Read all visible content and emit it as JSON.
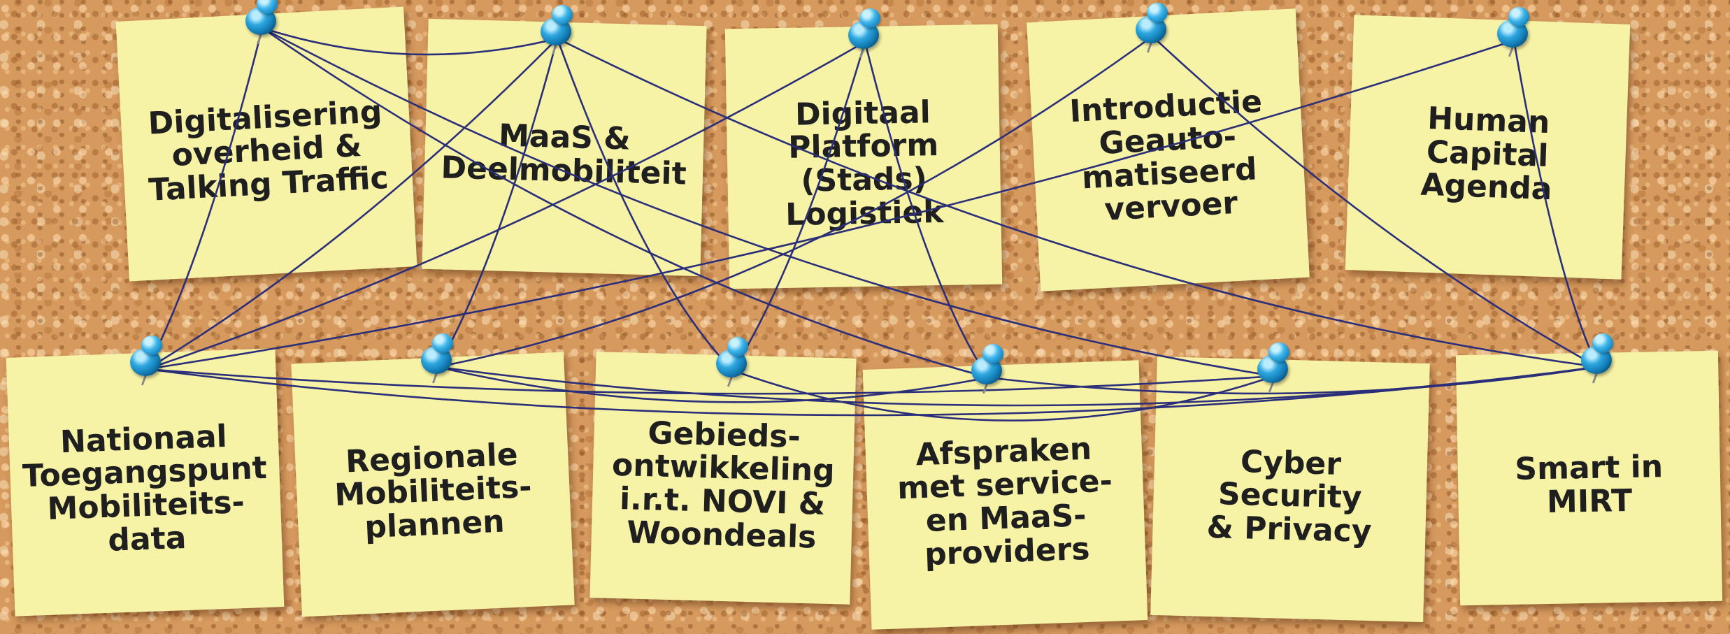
{
  "colors": {
    "board": "#d69a5e",
    "note": "#f6f2a6",
    "string": "#2b2f7a",
    "pin": "#1f8fcf",
    "text": "#1f1f1f"
  },
  "notes": [
    {
      "id": "digitalisering",
      "label": "Digitalisering\noverheid &\nTalking Traffic"
    },
    {
      "id": "maas",
      "label": "MaaS &\nDeelmobiliteit"
    },
    {
      "id": "platform",
      "label": "Digitaal\nPlatform\n(Stads)\nLogistiek"
    },
    {
      "id": "introductie",
      "label": "Introductie\nGeauto-\nmatiseerd\nvervoer"
    },
    {
      "id": "human",
      "label": "Human\nCapital\nAgenda"
    },
    {
      "id": "nationaal",
      "label": "Nationaal\nToegangspunt\nMobiliteits-\ndata"
    },
    {
      "id": "regionale",
      "label": "Regionale\nMobiliteits-\nplannen"
    },
    {
      "id": "gebieds",
      "label": "Gebieds-\nontwikkeling\ni.r.t. NOVI &\nWoondeals"
    },
    {
      "id": "afspraken",
      "label": "Afspraken\nmet service-\nen MaaS-\nproviders"
    },
    {
      "id": "cyber",
      "label": "Cyber\nSecurity\n& Privacy"
    },
    {
      "id": "smart",
      "label": "Smart in\nMIRT"
    }
  ],
  "connections": [
    [
      "digitalisering",
      "maas"
    ],
    [
      "digitalisering",
      "nationaal"
    ],
    [
      "digitalisering",
      "afspraken"
    ],
    [
      "digitalisering",
      "cyber"
    ],
    [
      "maas",
      "nationaal"
    ],
    [
      "maas",
      "regionale"
    ],
    [
      "maas",
      "gebieds"
    ],
    [
      "maas",
      "smart"
    ],
    [
      "platform",
      "nationaal"
    ],
    [
      "platform",
      "gebieds"
    ],
    [
      "platform",
      "afspraken"
    ],
    [
      "introductie",
      "regionale"
    ],
    [
      "introductie",
      "smart"
    ],
    [
      "human",
      "nationaal"
    ],
    [
      "human",
      "smart"
    ],
    [
      "nationaal",
      "smart"
    ],
    [
      "nationaal",
      "cyber"
    ],
    [
      "regionale",
      "afspraken"
    ],
    [
      "regionale",
      "smart"
    ],
    [
      "gebieds",
      "cyber"
    ],
    [
      "afspraken",
      "smart"
    ]
  ]
}
